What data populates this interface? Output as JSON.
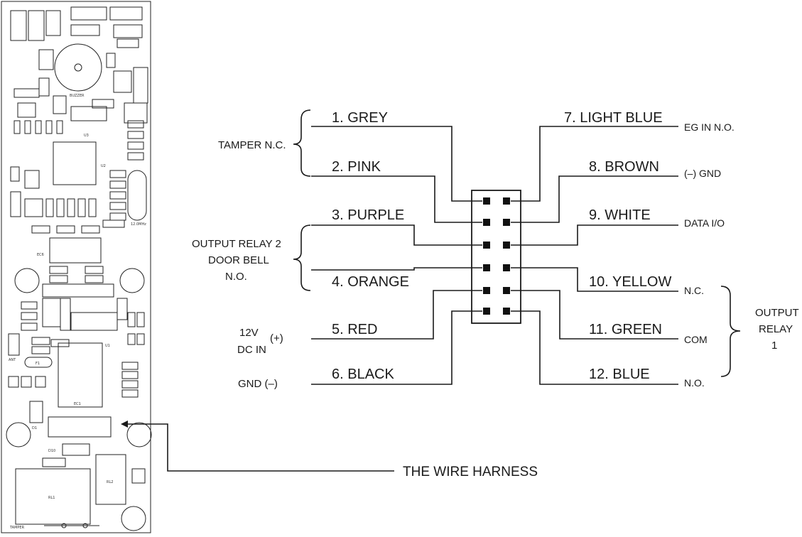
{
  "wires_left": [
    {
      "label": "1. GREY"
    },
    {
      "label": "2. PINK"
    },
    {
      "label": "3. PURPLE"
    },
    {
      "label": "4. ORANGE"
    },
    {
      "label": "5. RED"
    },
    {
      "label": "6. BLACK"
    }
  ],
  "wires_right": [
    {
      "label": "7. LIGHT BLUE",
      "function": "EG IN N.O."
    },
    {
      "label": "8. BROWN",
      "function": "(–) GND"
    },
    {
      "label": "9. WHITE",
      "function": "DATA I/O"
    },
    {
      "label": "10. YELLOW",
      "function": "N.C."
    },
    {
      "label": "11. GREEN",
      "function": "COM"
    },
    {
      "label": "12. BLUE",
      "function": "N.O."
    }
  ],
  "groups": {
    "tamper": "TAMPER N.C.",
    "relay2_line1": "OUTPUT RELAY 2",
    "relay2_line2": "DOOR BELL",
    "relay2_line3": "N.O.",
    "power_12v": "12V",
    "power_plus": "(+)",
    "power_dcin": "DC IN",
    "gnd": "GND (–)",
    "relay1_line1": "OUTPUT",
    "relay1_line2": "RELAY",
    "relay1_line3": "1"
  },
  "harness_label": "THE WIRE HARNESS",
  "pcb_labels": {
    "buzzer": "BUZZER",
    "crystal": "12.0MHz",
    "rl1": "RL1",
    "rl2": "RL2",
    "tamper": "TAMPER",
    "u1": "U1",
    "u2": "U2",
    "u3": "U3",
    "ec1": "EC1",
    "ec6": "EC6",
    "d1": "D1",
    "d10": "D10",
    "f1": "F1",
    "ant": "ANT"
  }
}
